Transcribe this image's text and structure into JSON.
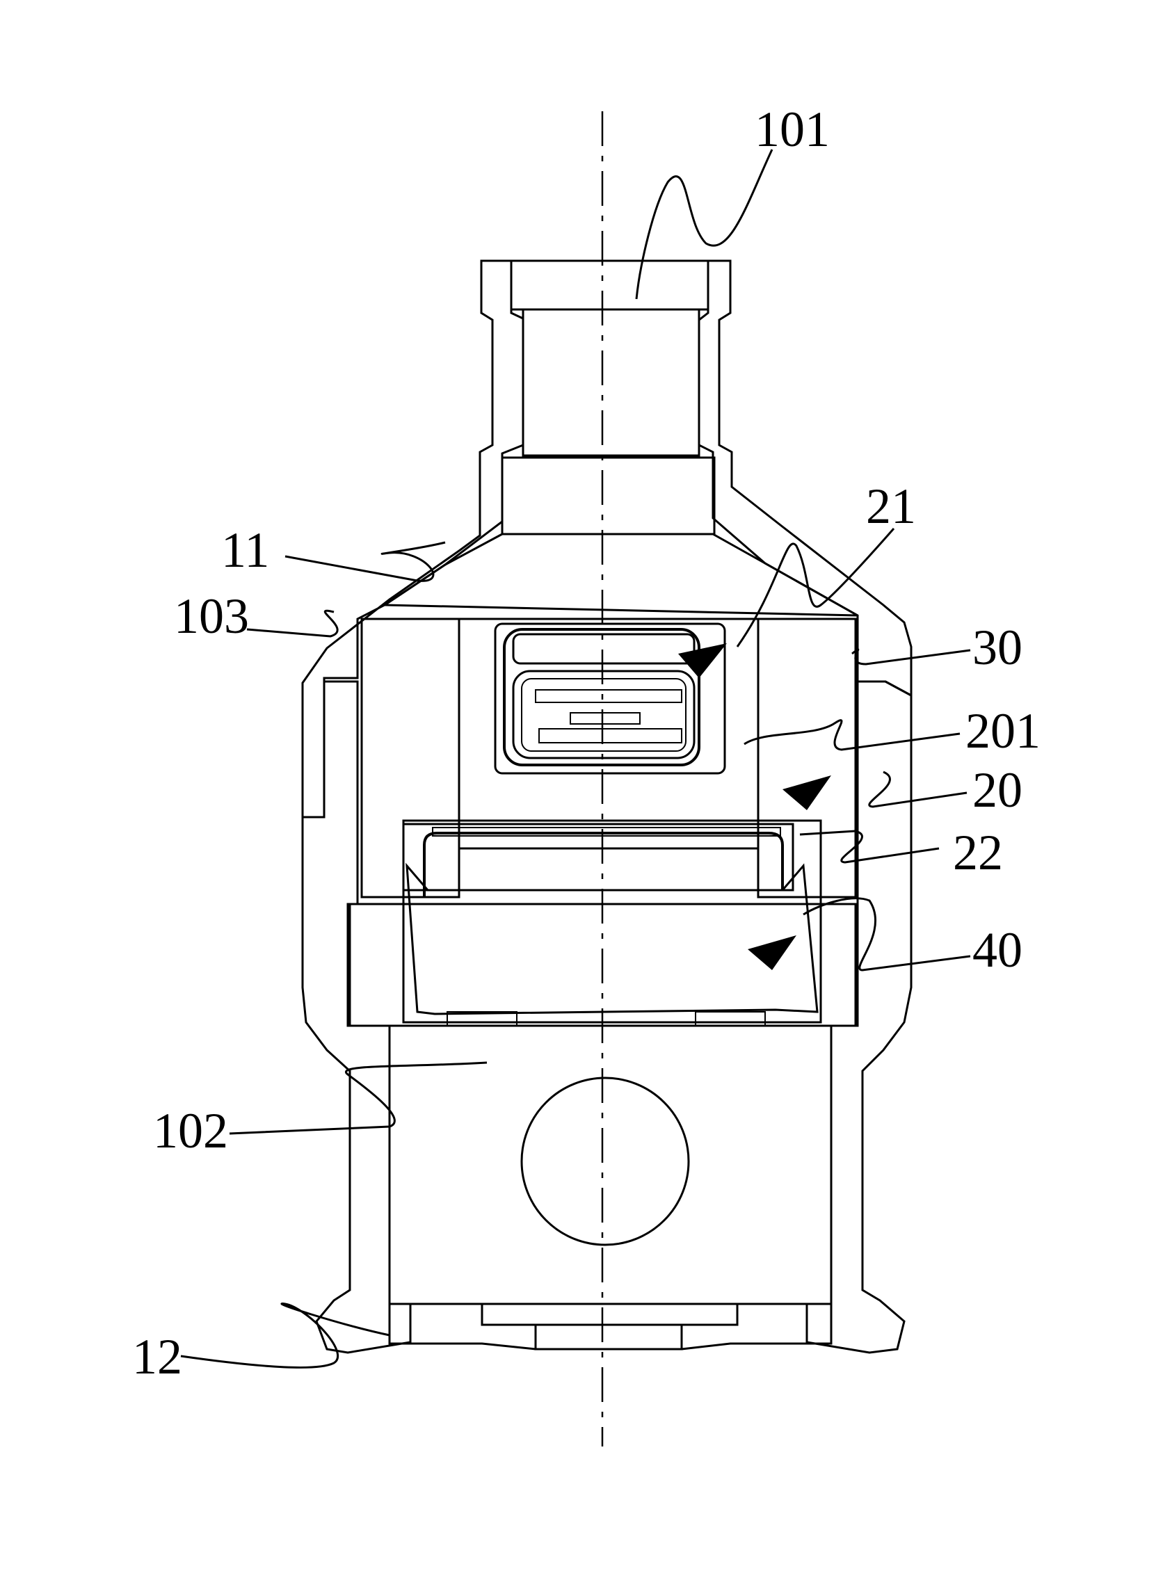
{
  "figure": {
    "labels": {
      "l101": "101",
      "l11": "11",
      "l103": "103",
      "l21": "21",
      "l30": "30",
      "l201": "201",
      "l20": "20",
      "l22": "22",
      "l40": "40",
      "l102": "102",
      "l12": "12"
    },
    "colors": {
      "ink": "#000000",
      "paper": "#ffffff"
    }
  }
}
